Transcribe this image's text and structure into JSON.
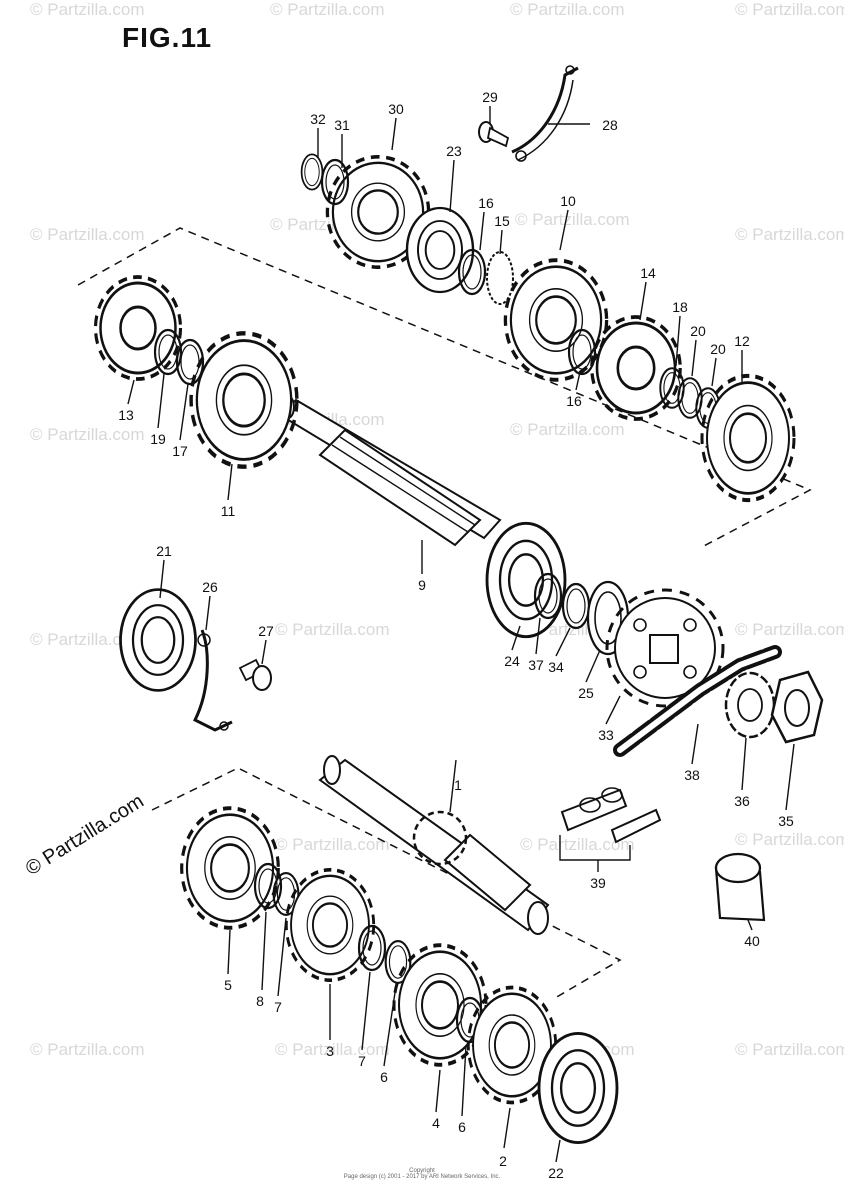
{
  "figure": {
    "title": "FIG.11",
    "watermark": "© Partzilla.com",
    "watermark_dark": "© Partzilla.com",
    "copyright_line1": "Copyright",
    "copyright_line2": "Page design (c) 2001 - 2017 by ARI Network Services, Inc."
  },
  "callouts": {
    "c1": "1",
    "c2": "2",
    "c3": "3",
    "c4": "4",
    "c5": "5",
    "c6a": "6",
    "c6b": "6",
    "c7a": "7",
    "c7b": "7",
    "c8": "8",
    "c9": "9",
    "c10": "10",
    "c11": "11",
    "c12": "12",
    "c13": "13",
    "c14": "14",
    "c15": "15",
    "c16a": "16",
    "c16b": "16",
    "c17": "17",
    "c18": "18",
    "c19": "19",
    "c20a": "20",
    "c20b": "20",
    "c21": "21",
    "c22": "22",
    "c23": "23",
    "c24": "24",
    "c25": "25",
    "c26": "26",
    "c27": "27",
    "c28": "28",
    "c29": "29",
    "c30": "30",
    "c31": "31",
    "c32": "32",
    "c33": "33",
    "c34": "34",
    "c35": "35",
    "c36": "36",
    "c37": "37",
    "c38": "38",
    "c39": "39",
    "c40": "40"
  },
  "colors": {
    "ink": "#111111",
    "watermark": "#d8d8d8",
    "paper": "#ffffff"
  }
}
